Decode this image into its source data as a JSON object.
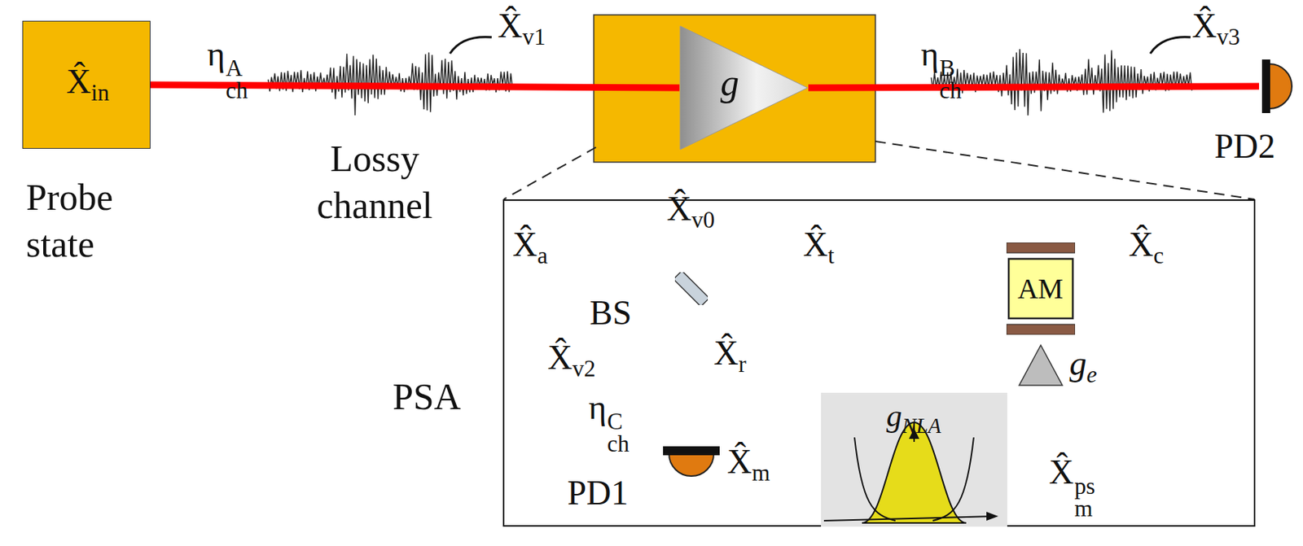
{
  "diagram": {
    "nodes": [
      {
        "text": [
          "X̂in",
          "Probe state"
        ]
      },
      {
        "text": [
          "g"
        ]
      },
      {
        "text": [
          "PD2"
        ]
      },
      {
        "text": [
          "PSA"
        ]
      },
      {
        "text": [
          "BS"
        ],
        "in": 3
      },
      {
        "text": [
          "AM"
        ],
        "in": 3
      },
      {
        "text": [
          "ge"
        ],
        "in": 3
      },
      {
        "text": [
          "PD1"
        ],
        "in": 3
      },
      {
        "text": [
          "gNLA"
        ],
        "in": 3
      }
    ],
    "edges": [
      {
        "from": 0,
        "to": 1,
        "arrow": "none"
      },
      {
        "from": 1,
        "to": 2,
        "arrow": "none"
      },
      {
        "from": 4,
        "to": 5,
        "arrow": "to"
      },
      {
        "from": 4,
        "to": 7,
        "arrow": "to"
      },
      {
        "from": 7,
        "to": 8,
        "arrow": "none"
      },
      {
        "from": 8,
        "to": 6,
        "arrow": "none"
      },
      {
        "from": 6,
        "to": 5,
        "arrow": "none"
      }
    ],
    "labels": [
      "ηchA",
      "X̂v1",
      "Lossy channel",
      "ηchB",
      "X̂v3",
      "X̂v0",
      "X̂a",
      "X̂t",
      "X̂c",
      "X̂r",
      "X̂v2",
      "ηchC",
      "X̂m",
      "X̂mps"
    ]
  }
}
